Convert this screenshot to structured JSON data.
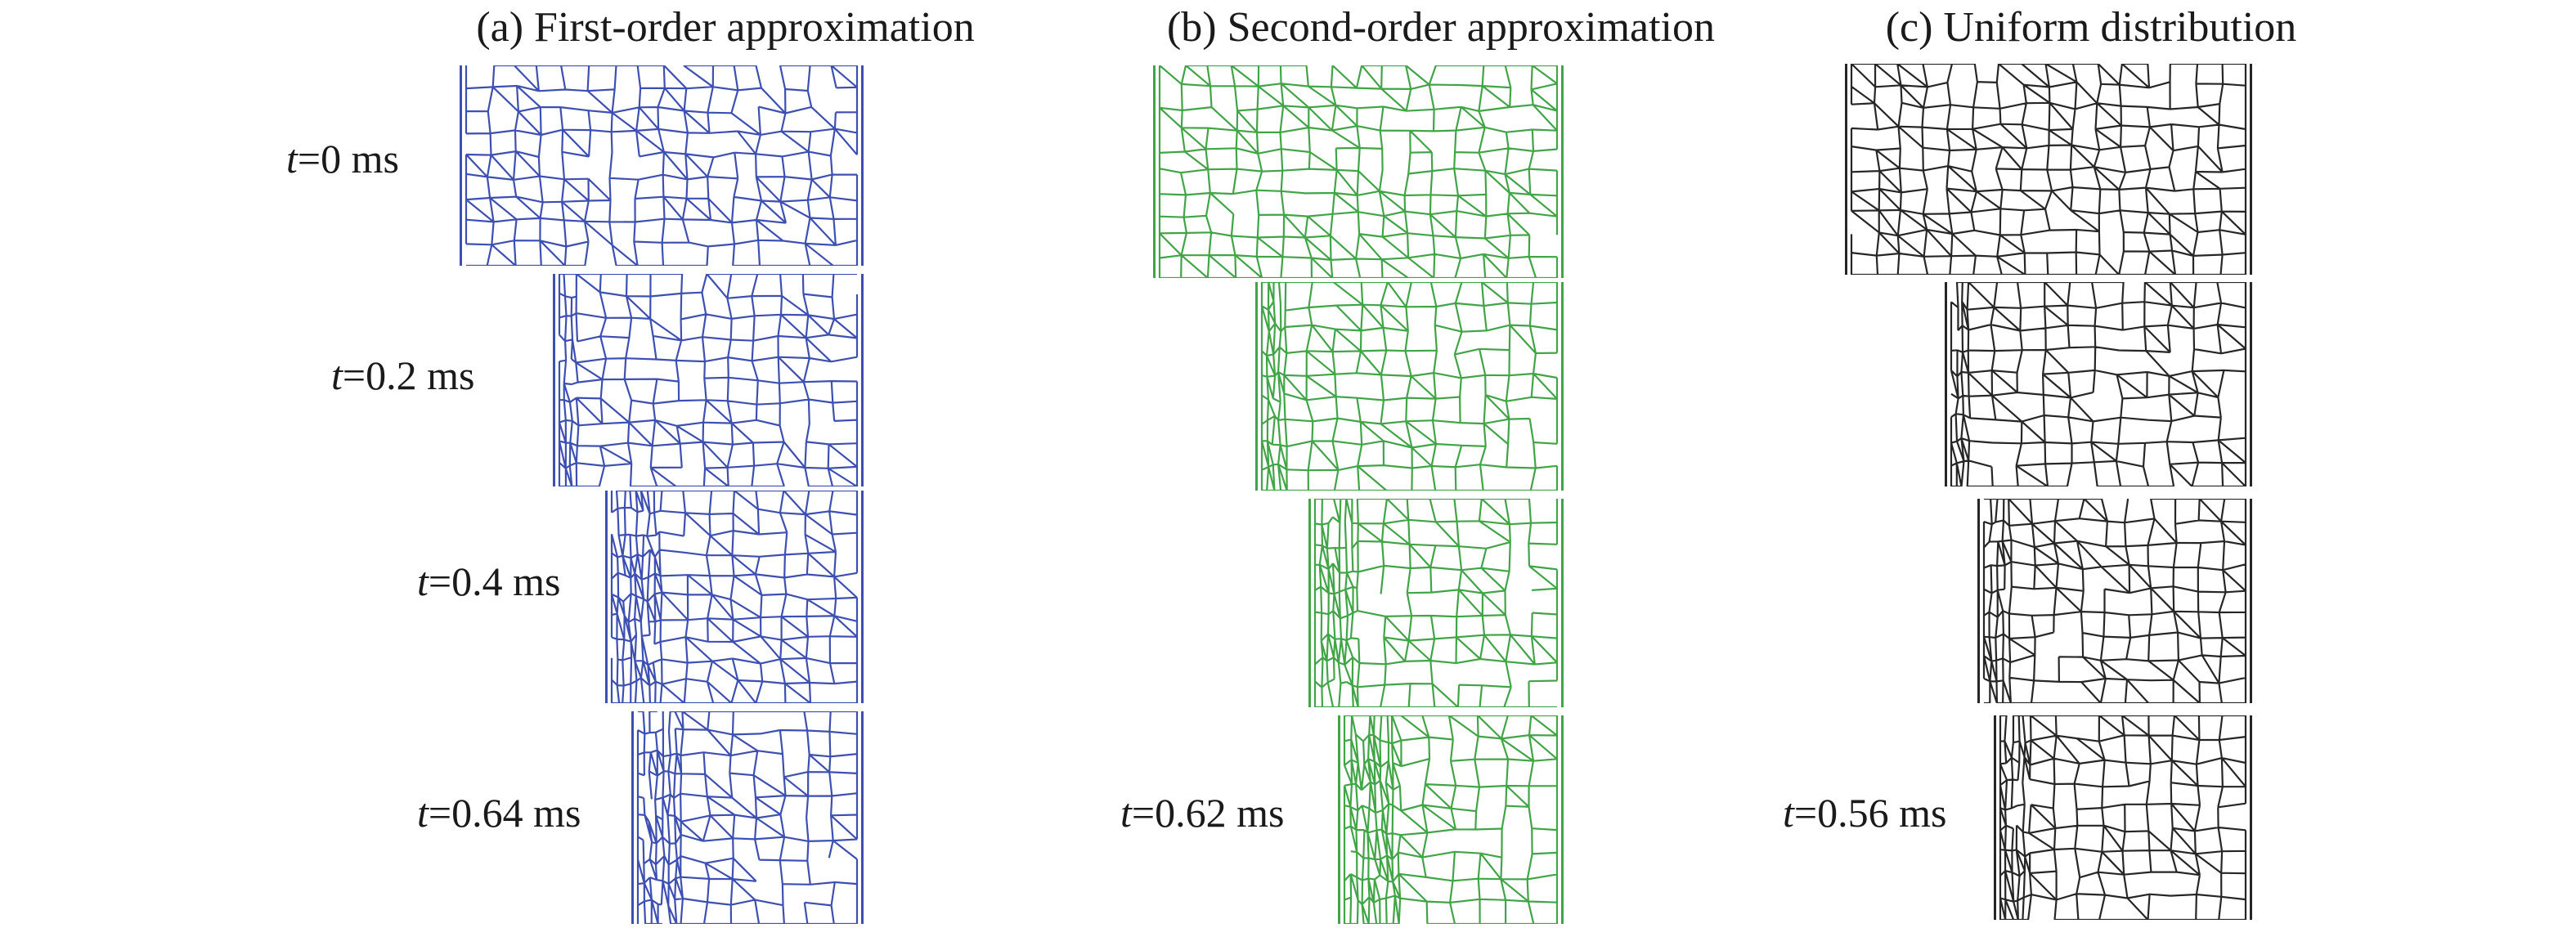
{
  "figure": {
    "columns": [
      {
        "title": "(a) First-order approximation",
        "color": "#3d4fb0",
        "panels": [
          {
            "t_var": "t",
            "t_text": "=0 ms",
            "compressed_fraction": 0.0
          },
          {
            "t_var": "t",
            "t_text": "=0.2 ms",
            "compressed_fraction": 0.06
          },
          {
            "t_var": "t",
            "t_text": "=0.4 ms",
            "compressed_fraction": 0.2
          },
          {
            "t_var": "t",
            "t_text": "=0.64 ms",
            "compressed_fraction": 0.2
          }
        ]
      },
      {
        "title": "(b) Second-order approximation",
        "color": "#41a447",
        "panels": [
          {
            "t_var": "",
            "t_text": "",
            "compressed_fraction": 0.0
          },
          {
            "t_var": "",
            "t_text": "",
            "compressed_fraction": 0.08
          },
          {
            "t_var": "",
            "t_text": "",
            "compressed_fraction": 0.18
          },
          {
            "t_var": "t",
            "t_text": "=0.62 ms",
            "compressed_fraction": 0.26
          }
        ]
      },
      {
        "title": "(c) Uniform distribution",
        "color": "#262626",
        "panels": [
          {
            "t_var": "",
            "t_text": "",
            "compressed_fraction": 0.0
          },
          {
            "t_var": "",
            "t_text": "",
            "compressed_fraction": 0.06
          },
          {
            "t_var": "",
            "t_text": "",
            "compressed_fraction": 0.1
          },
          {
            "t_var": "t",
            "t_text": "=0.56 ms",
            "compressed_fraction": 0.12
          }
        ]
      }
    ]
  }
}
